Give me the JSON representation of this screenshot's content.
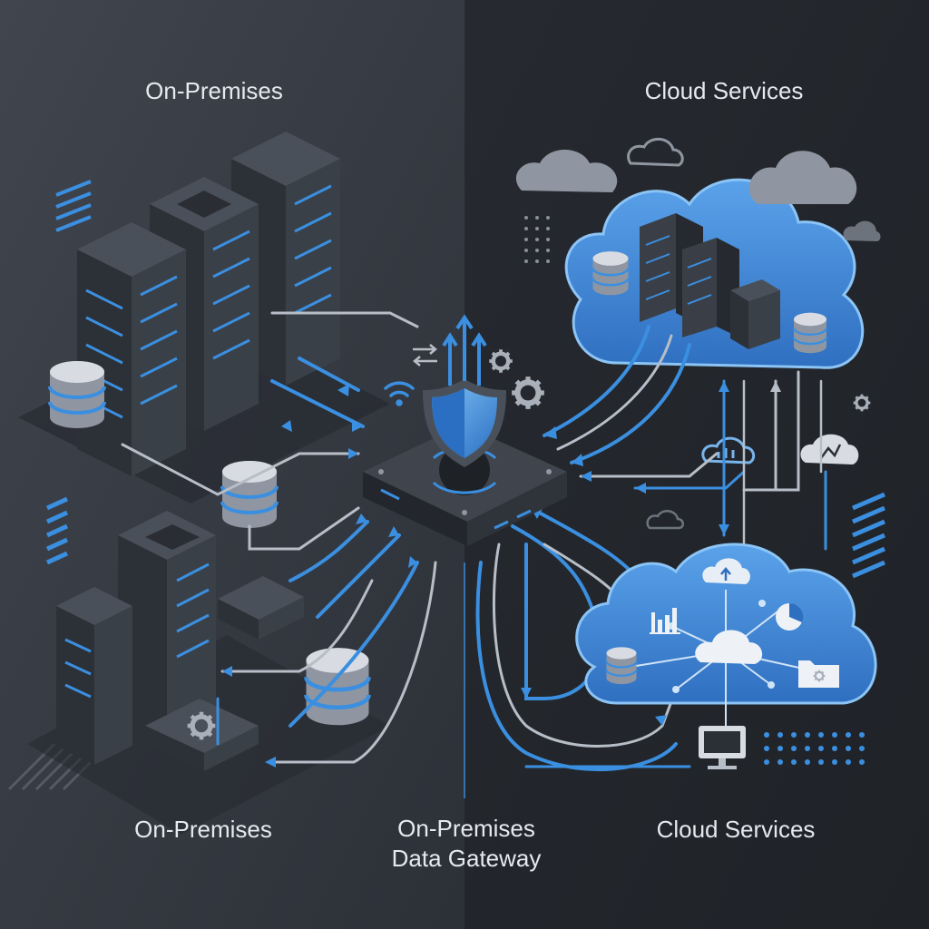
{
  "labels": {
    "top_left": "On-Premises",
    "top_right": "Cloud Services",
    "bottom_left": "On-Premises",
    "bottom_center": "On-Premises\nData Gateway",
    "bottom_right": "Cloud Services"
  },
  "colors": {
    "left_panel": "#3a3f47",
    "right_panel": "#22262c",
    "accent_blue": "#3b8fe0",
    "light_blue": "#78b4ec",
    "cloud_fill": "#3f86d6",
    "server_body": "#2f343b",
    "server_face": "#393e46",
    "gray_line": "#b8bec7",
    "label_text": "#e6e9ee"
  },
  "icons": [
    "server-rack-icon",
    "database-icon",
    "gateway-device-icon",
    "shield-icon",
    "gear-icon",
    "cloud-icon",
    "wifi-icon",
    "monitor-icon",
    "bar-chart-icon",
    "pie-chart-icon",
    "folder-icon",
    "arrow-icon"
  ]
}
